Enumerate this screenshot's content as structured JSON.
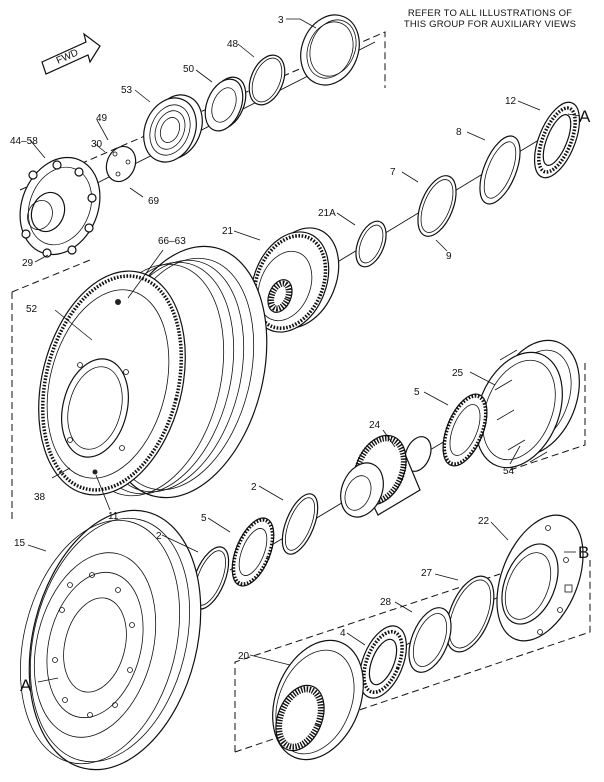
{
  "note": {
    "line1": "REFER TO ALL ILLUSTRATIONS OF",
    "line2": "THIS GROUP FOR AUXILIARY VIEWS"
  },
  "fwd_label": "FWD",
  "callouts": {
    "c3": "3",
    "c48": "48",
    "c50": "50",
    "c53": "53",
    "c49": "49",
    "c30": "30",
    "c44_58": "44–58",
    "c69": "69",
    "c29": "29",
    "c12": "12",
    "cA_top": "A",
    "c8": "8",
    "c7": "7",
    "c21A": "21A",
    "c9": "9",
    "c21": "21",
    "c66_63": "66–63",
    "c52": "52",
    "c25": "25",
    "c5_upper": "5",
    "c24": "24",
    "c54": "54",
    "c38": "38",
    "c11": "11",
    "c2_mid": "2",
    "c2_left": "2",
    "c5_lower": "5",
    "c22": "22",
    "cB": "B",
    "c15": "15",
    "c27": "27",
    "c28": "28",
    "c4": "4",
    "c20": "20",
    "cA_bottom": "A"
  }
}
